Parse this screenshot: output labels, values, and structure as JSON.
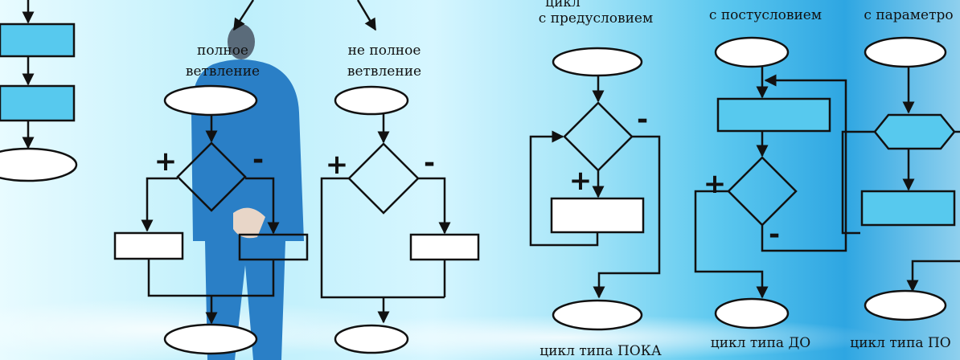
{
  "labels": {
    "top_cut": "цикл",
    "full_branch_1": "полное",
    "full_branch_2": "ветвление",
    "partial_branch_1": "не полное",
    "partial_branch_2": "ветвление",
    "pre_condition": "с предусловием",
    "post_condition": "с постусловием",
    "parameter": "с параметро",
    "loop_while": "цикл  типа ПОКА",
    "loop_until": "цикл  типа ДО",
    "loop_for": "цикл  типа ПО"
  },
  "signs": {
    "plus": "+",
    "minus": "-"
  },
  "colors": {
    "block_fill": "#57c9ee",
    "line": "#111111",
    "suit": "#2a7fc6"
  }
}
